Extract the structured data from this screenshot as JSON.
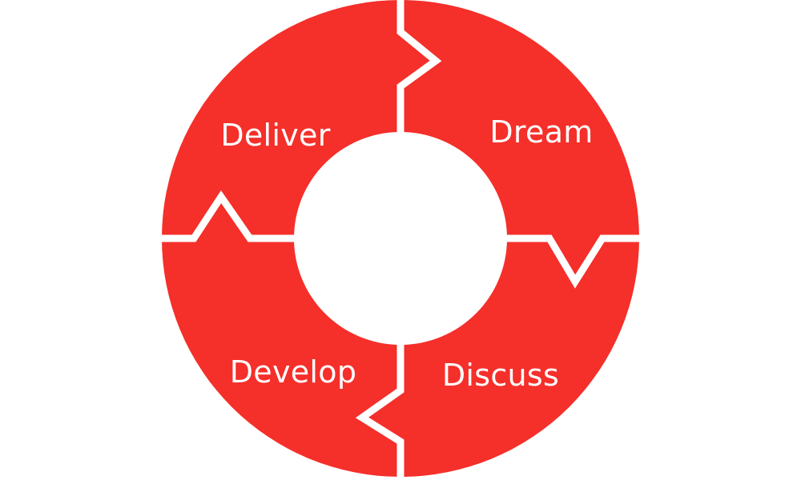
{
  "diagram": {
    "colors": {
      "ring": "#f52f2a",
      "gap": "#ffffff",
      "label": "#ffffff"
    },
    "segments": [
      {
        "id": "dream",
        "label": "Dream"
      },
      {
        "id": "discuss",
        "label": "Discuss"
      },
      {
        "id": "develop",
        "label": "Develop"
      },
      {
        "id": "deliver",
        "label": "Deliver"
      }
    ]
  }
}
